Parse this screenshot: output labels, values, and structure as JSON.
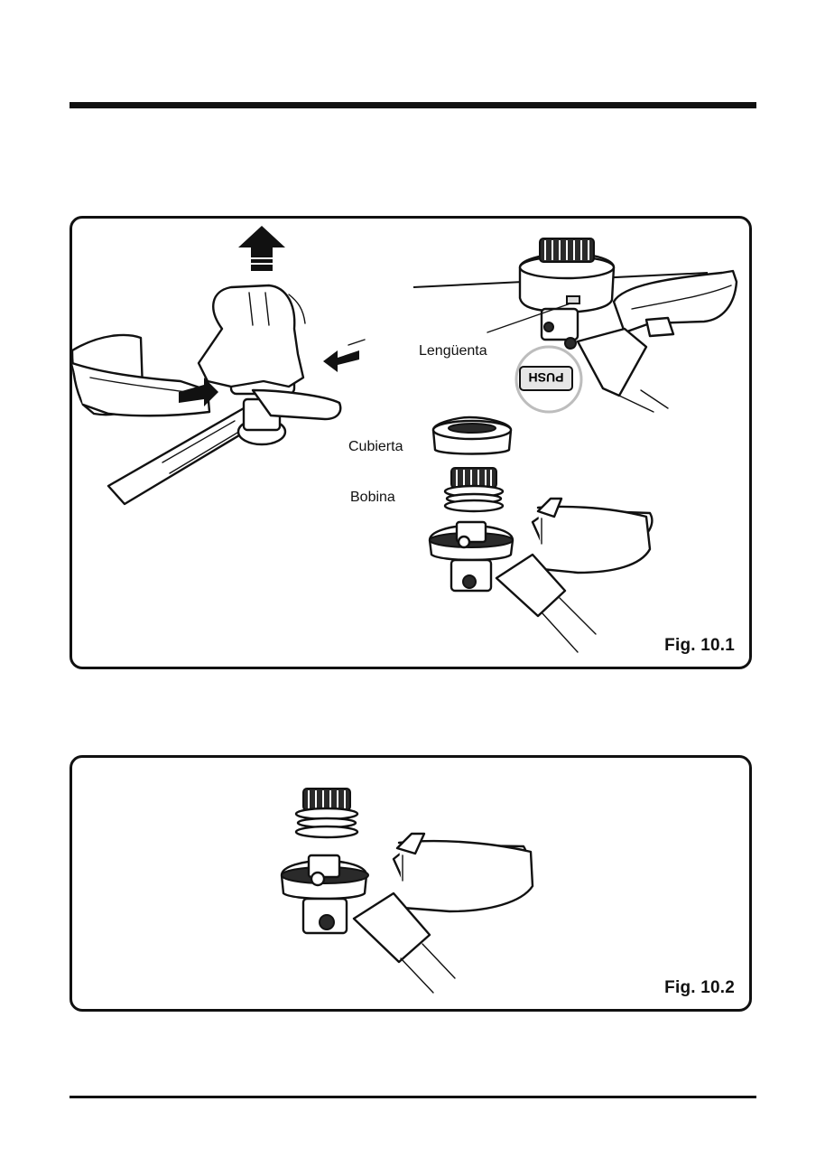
{
  "figures": [
    {
      "label": "Fig. 10.1",
      "parts": {
        "tab": "Lengüenta",
        "cover": "Cubierta",
        "spool": "Bobina",
        "push_text": "PUSH"
      }
    },
    {
      "label": "Fig. 10.2"
    }
  ]
}
